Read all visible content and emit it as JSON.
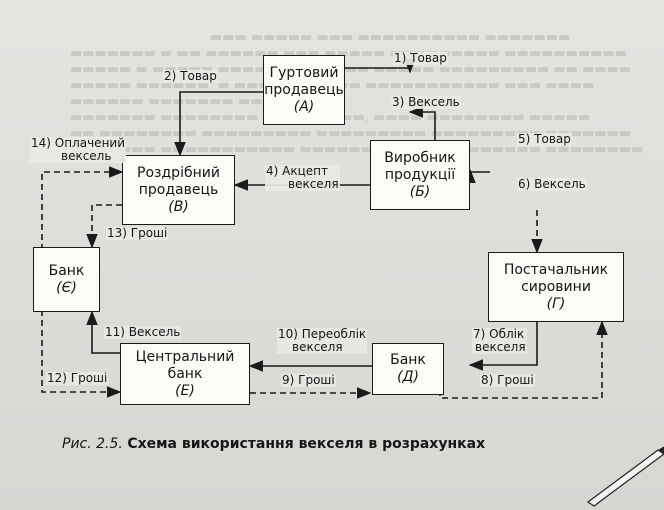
{
  "diagram": {
    "nodes": [
      {
        "id": "A",
        "line1": "Гуртовий",
        "line2": "продавець",
        "letter": "(A)"
      },
      {
        "id": "B",
        "line1": "Роздрібний",
        "line2": "продавець",
        "letter": "(B)"
      },
      {
        "id": "BB",
        "line1": "Виробник",
        "line2": "продукції",
        "letter": "(Б)"
      },
      {
        "id": "G",
        "line1": "Постачальник",
        "line2": "сировини",
        "letter": "(Г)"
      },
      {
        "id": "YE",
        "line1": "Банк",
        "letter": "(Є)"
      },
      {
        "id": "E",
        "line1": "Центральний",
        "line2": "банк",
        "letter": "(E)"
      },
      {
        "id": "D",
        "line1": "Банк",
        "letter": "(Д)"
      }
    ],
    "edges": [
      {
        "n": "1)",
        "text": "Товар"
      },
      {
        "n": "2)",
        "text": "Товар"
      },
      {
        "n": "3)",
        "text": "Вексель"
      },
      {
        "n": "4)",
        "text": "Акцепт",
        "text2": "векселя"
      },
      {
        "n": "5)",
        "text": "Товар"
      },
      {
        "n": "6)",
        "text": "Вексель"
      },
      {
        "n": "7)",
        "text": "Облік",
        "text2": "векселя"
      },
      {
        "n": "8)",
        "text": "Гроші"
      },
      {
        "n": "9)",
        "text": "Гроші"
      },
      {
        "n": "10)",
        "text": "Переоблік",
        "text2": "векселя"
      },
      {
        "n": "11)",
        "text": "Вексель"
      },
      {
        "n": "12)",
        "text": "Гроші"
      },
      {
        "n": "13)",
        "text": "Гроші"
      },
      {
        "n": "14)",
        "text": "Оплачений",
        "text2": "вексель"
      }
    ],
    "caption": {
      "number": "Рис. 2.5.",
      "text": "Схема використання векселя в розрахунках"
    }
  }
}
